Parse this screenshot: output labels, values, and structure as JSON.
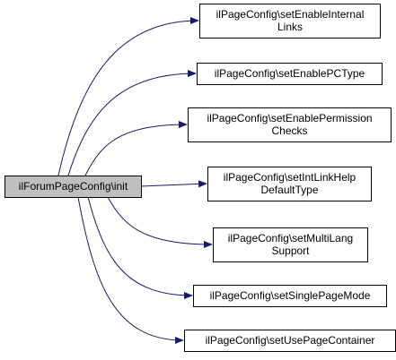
{
  "diagram": {
    "source": {
      "label": "ilForumPageConfig\\init",
      "fill": "#bfbfbf"
    },
    "targets": [
      {
        "lines": [
          "ilPageConfig\\setEnableInternal",
          "Links"
        ]
      },
      {
        "lines": [
          "ilPageConfig\\setEnablePCType"
        ]
      },
      {
        "lines": [
          "ilPageConfig\\setEnablePermission",
          "Checks"
        ]
      },
      {
        "lines": [
          "ilPageConfig\\setIntLinkHelp",
          "DefaultType"
        ]
      },
      {
        "lines": [
          "ilPageConfig\\setMultiLang",
          "Support"
        ]
      },
      {
        "lines": [
          "ilPageConfig\\setSinglePageMode"
        ]
      },
      {
        "lines": [
          "ilPageConfig\\setUsePageContainer"
        ]
      }
    ],
    "colors": {
      "edge": "#191970",
      "node_border": "#000000",
      "node_fill": "#ffffff"
    }
  }
}
